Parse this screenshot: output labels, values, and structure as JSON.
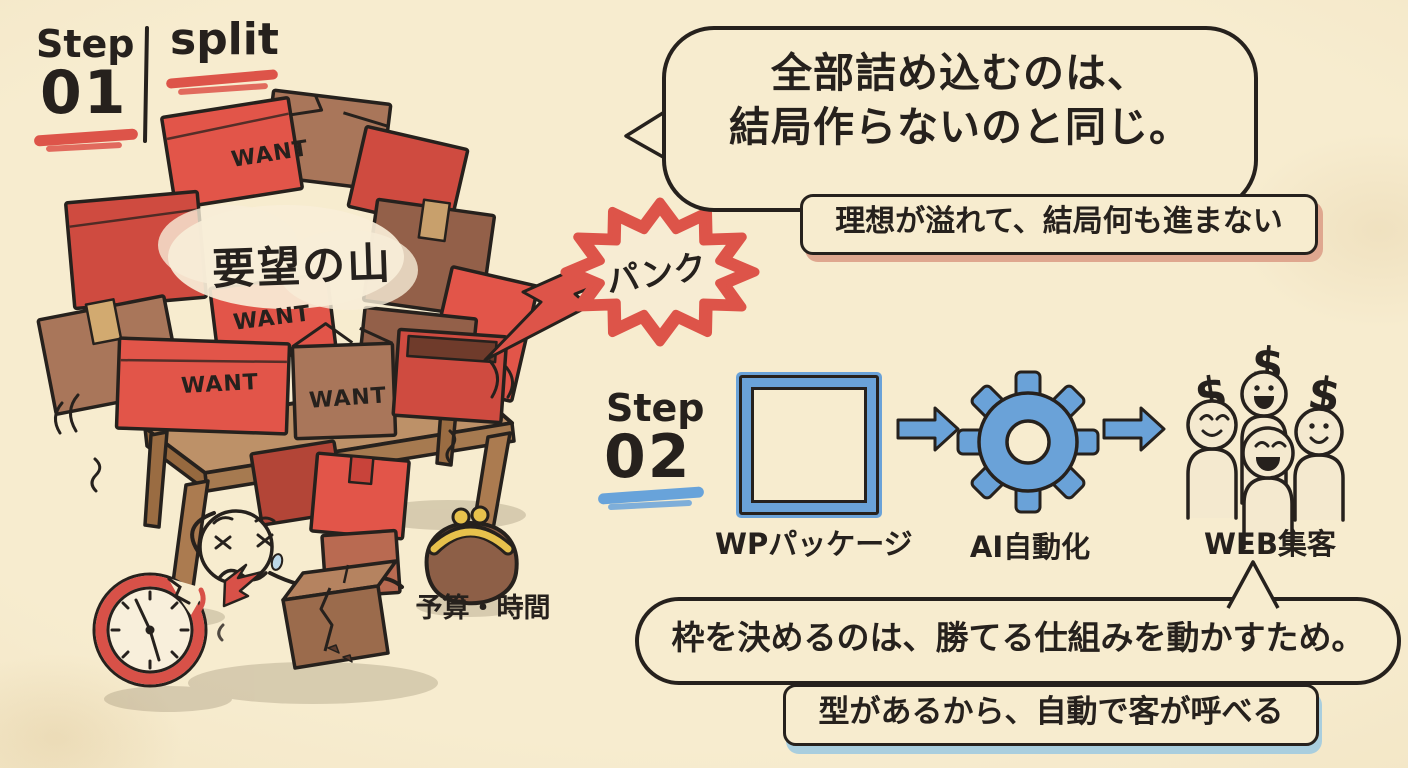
{
  "colors": {
    "paper": "#f7eccf",
    "ink": "#26211d",
    "red": "#dd5449",
    "blue": "#6aa2d8",
    "brown": "#a9765a",
    "gold": "#e7c14c",
    "shadow_pink": "#dfa78f",
    "shadow_blue": "#a9cede"
  },
  "step1": {
    "label": "Step",
    "number": "01",
    "tag": "split"
  },
  "step2": {
    "label": "Step",
    "number": "02"
  },
  "pile": {
    "title": "要望の山",
    "want": "WANT",
    "burst": "パンク",
    "cost_label": "予算・時間"
  },
  "bubble_top": {
    "line1": "全部詰め込むのは、",
    "line2": "結局作らないのと同じ。"
  },
  "banner_top": {
    "text": "理想が溢れて、結局何も進まない"
  },
  "flow": {
    "dollar": "$",
    "items": [
      {
        "label": "WPパッケージ"
      },
      {
        "label": "AI自動化"
      },
      {
        "label": "WEB集客"
      }
    ]
  },
  "bubble_bottom": {
    "text": "枠を決めるのは、勝てる仕組みを動かすため。"
  },
  "banner_bottom": {
    "text": "型があるから、自動で客が呼べる"
  }
}
